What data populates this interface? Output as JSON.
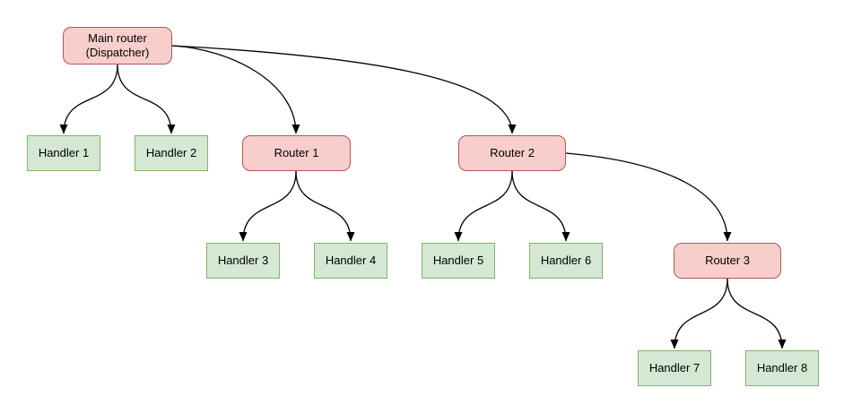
{
  "diagram": {
    "type": "tree-flowchart",
    "description": "Message dispatch tree: main dispatcher routing to handlers and nested routers"
  },
  "colors": {
    "router_fill": "#f8cecc",
    "router_border": "#b85450",
    "handler_fill": "#d5e8d4",
    "handler_border": "#82b366",
    "edge": "#000000",
    "text": "#000000",
    "background": "#ffffff"
  },
  "nodes": {
    "main_router": {
      "label": "Main router",
      "sublabel": "(Dispatcher)",
      "kind": "router"
    },
    "handler1": {
      "label": "Handler 1",
      "kind": "handler"
    },
    "handler2": {
      "label": "Handler 2",
      "kind": "handler"
    },
    "router1": {
      "label": "Router 1",
      "kind": "router"
    },
    "router2": {
      "label": "Router 2",
      "kind": "router"
    },
    "handler3": {
      "label": "Handler 3",
      "kind": "handler"
    },
    "handler4": {
      "label": "Handler 4",
      "kind": "handler"
    },
    "handler5": {
      "label": "Handler 5",
      "kind": "handler"
    },
    "handler6": {
      "label": "Handler 6",
      "kind": "handler"
    },
    "router3": {
      "label": "Router 3",
      "kind": "router"
    },
    "handler7": {
      "label": "Handler 7",
      "kind": "handler"
    },
    "handler8": {
      "label": "Handler 8",
      "kind": "handler"
    }
  },
  "edges": [
    {
      "from": "main_router",
      "to": "handler1"
    },
    {
      "from": "main_router",
      "to": "handler2"
    },
    {
      "from": "main_router",
      "to": "router1"
    },
    {
      "from": "main_router",
      "to": "router2"
    },
    {
      "from": "router1",
      "to": "handler3"
    },
    {
      "from": "router1",
      "to": "handler4"
    },
    {
      "from": "router2",
      "to": "handler5"
    },
    {
      "from": "router2",
      "to": "handler6"
    },
    {
      "from": "router2",
      "to": "router3"
    },
    {
      "from": "router3",
      "to": "handler7"
    },
    {
      "from": "router3",
      "to": "handler8"
    }
  ]
}
